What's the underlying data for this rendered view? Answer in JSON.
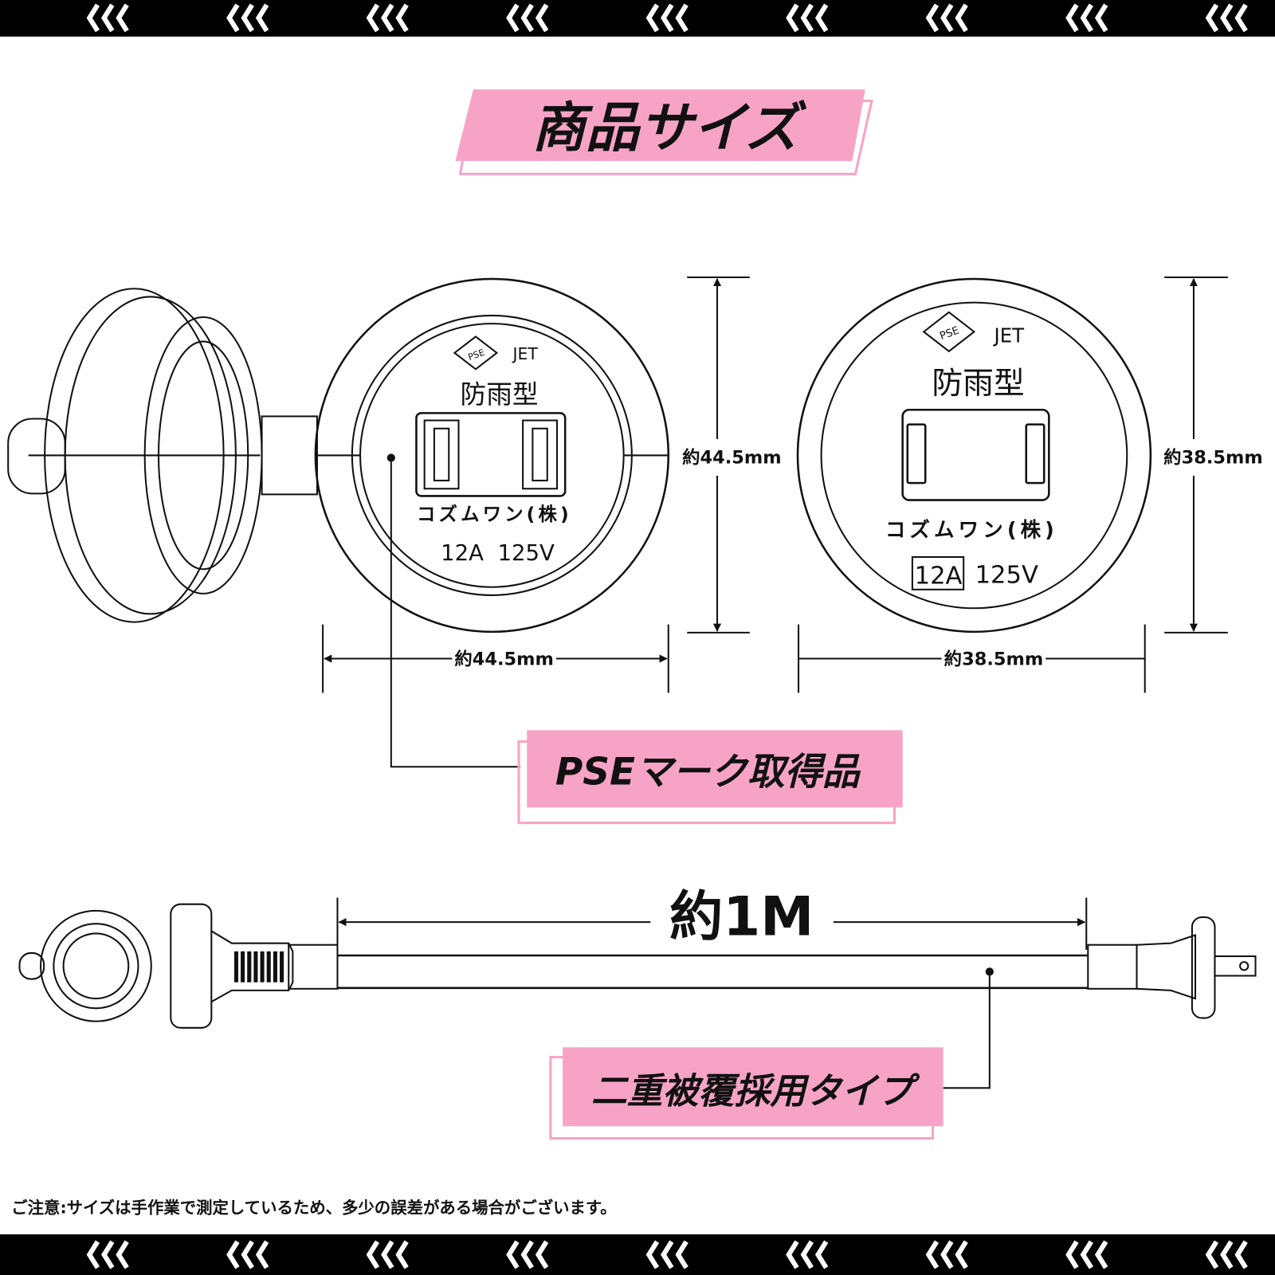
{
  "colors": {
    "accent_pink": "#f7a3c6",
    "band": "#000000",
    "line": "#111111"
  },
  "title": "商品サイズ",
  "left_outlet": {
    "pse_mark": "PSE",
    "jet": "JET",
    "type": "防雨型",
    "maker": "コズムワン(株)",
    "rating": "12A  125V",
    "width_label": "約44.5mm",
    "height_label": "約44.5mm"
  },
  "right_outlet": {
    "pse_mark": "PSE",
    "jet": "JET",
    "type": "防雨型",
    "maker": "コズムワン(株)",
    "amp": "12A",
    "volt": "125V",
    "width_label": "約38.5mm",
    "height_label": "約38.5mm"
  },
  "callouts": {
    "pse": "PSEマーク取得品",
    "double_coat": "二重被覆採用タイプ"
  },
  "cord_length": "約1M",
  "note": "ご注意:サイズは手作業で測定しているため、多少の誤差がある場合がございます。"
}
